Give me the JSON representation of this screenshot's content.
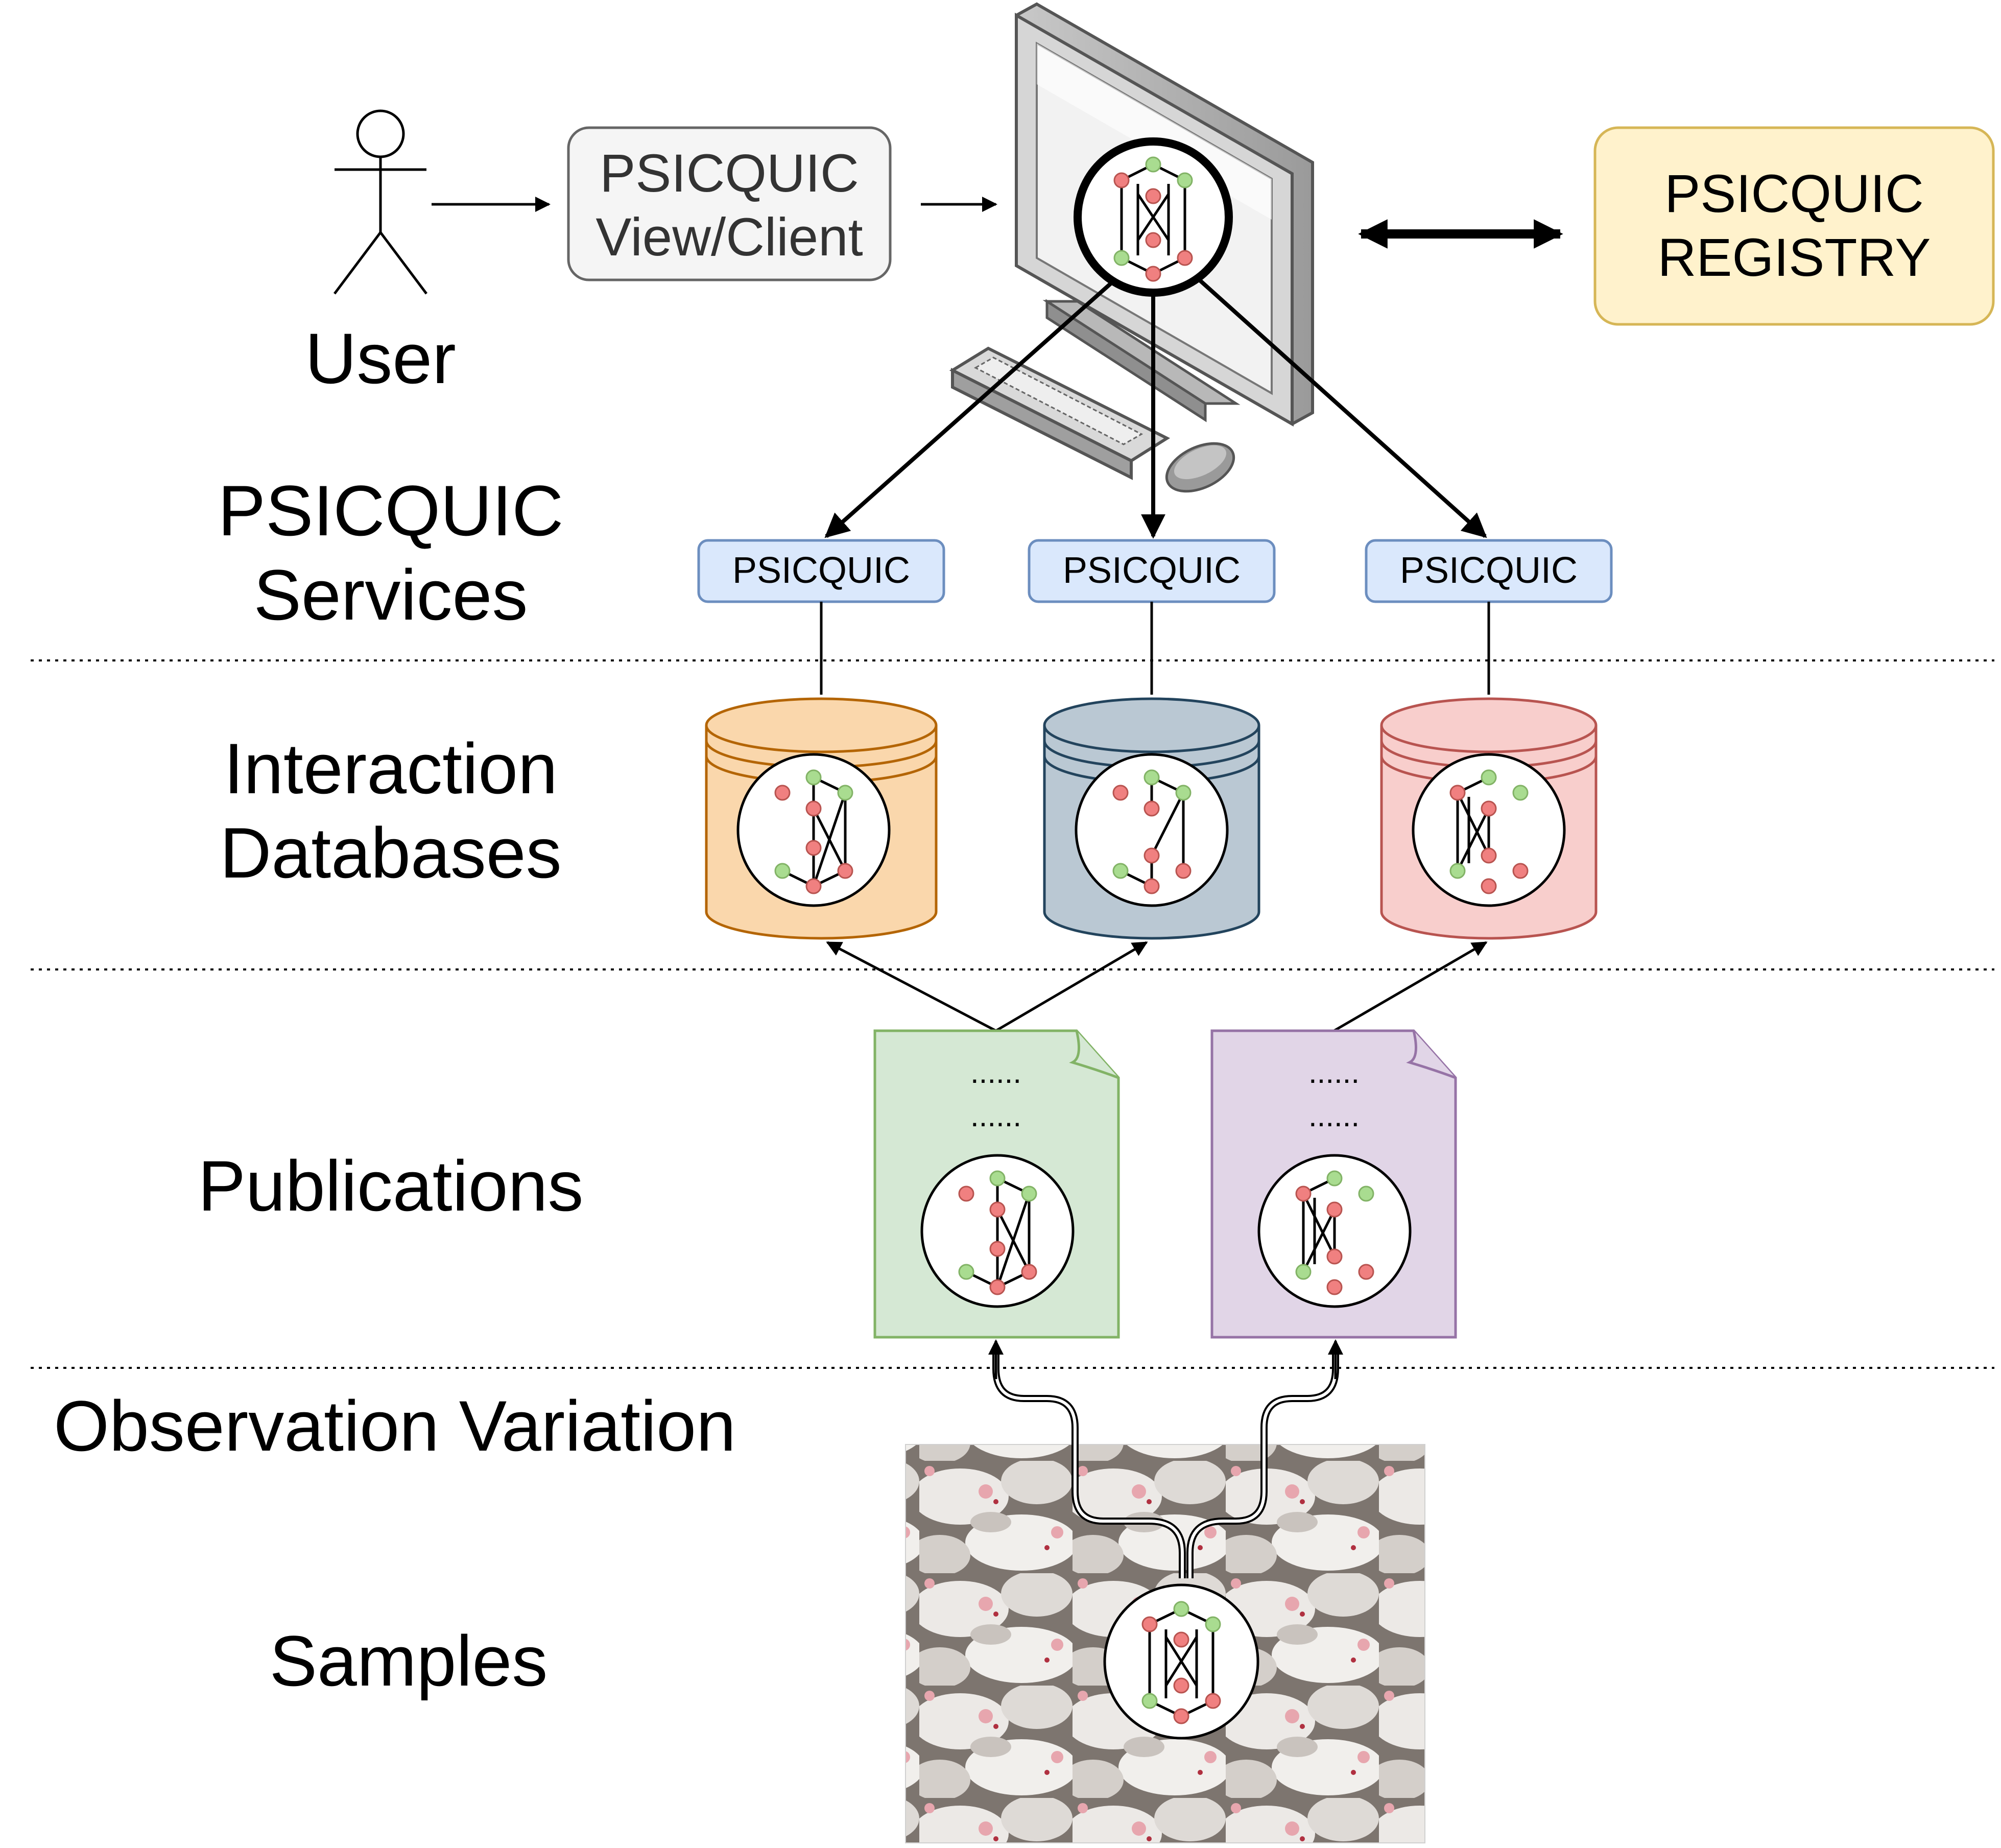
{
  "layers": {
    "services": {
      "line1": "PSICQUIC",
      "line2": "Services"
    },
    "databases": {
      "line1": "Interaction",
      "line2": "Databases"
    },
    "publications": "Publications",
    "observation": "Observation Variation",
    "samples": "Samples"
  },
  "user": {
    "label": "User"
  },
  "client": {
    "line1": "PSICQUIC",
    "line2": "View/Client"
  },
  "registry": {
    "line1": "PSICQUIC",
    "line2": "REGISTRY"
  },
  "services": [
    {
      "label": "PSICQUIC"
    },
    {
      "label": "PSICQUIC"
    },
    {
      "label": "PSICQUIC"
    }
  ],
  "databases": [
    {
      "fill": "#fad7ac",
      "stroke": "#b46504"
    },
    {
      "fill": "#bac8d3",
      "stroke": "#23445d"
    },
    {
      "fill": "#f8cecc",
      "stroke": "#b85450"
    }
  ],
  "publications": [
    {
      "fill": "#d5e8d4",
      "stroke": "#82b366",
      "text_lines": [
        "......",
        "......"
      ]
    },
    {
      "fill": "#e1d5e7",
      "stroke": "#9673a6",
      "text_lines": [
        "......",
        "......"
      ]
    }
  ],
  "colors": {
    "node_red": "#f08080",
    "node_red_stroke": "#b85450",
    "node_green": "#a9dc90",
    "node_green_stroke": "#82b366",
    "service_fill": "#dae8fc",
    "service_stroke": "#6c8ebf",
    "client_fill": "#f5f5f5",
    "client_stroke": "#666666",
    "registry_fill": "#fff2cc",
    "registry_stroke": "#d6b656"
  }
}
